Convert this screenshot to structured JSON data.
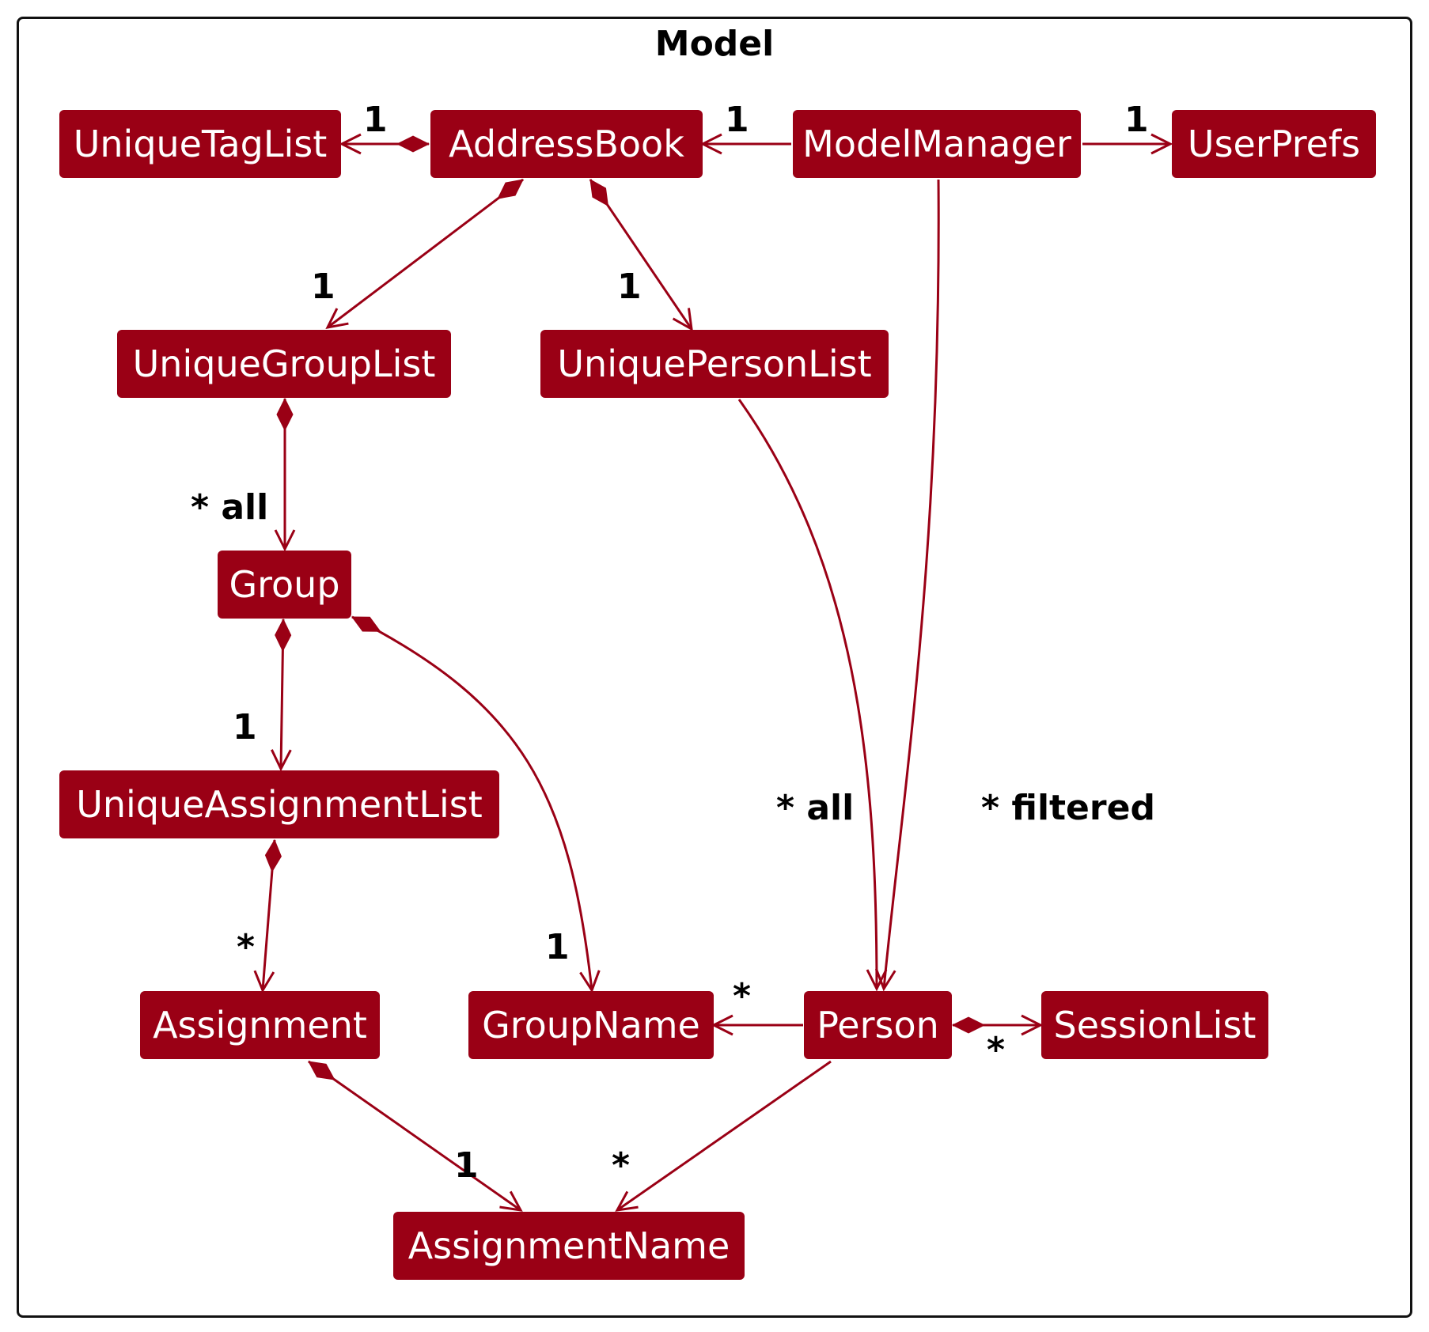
{
  "package": {
    "title": "Model"
  },
  "colors": {
    "class_fill": "#9a0015",
    "class_text": "#ffffff",
    "edge": "#9a0015",
    "frame": "#111111"
  },
  "classes": {
    "unique_tag_list": "UniqueTagList",
    "address_book": "AddressBook",
    "model_manager": "ModelManager",
    "user_prefs": "UserPrefs",
    "unique_group_list": "UniqueGroupList",
    "unique_person_list": "UniquePersonList",
    "group": "Group",
    "unique_assignment_list": "UniqueAssignmentList",
    "assignment": "Assignment",
    "group_name": "GroupName",
    "person": "Person",
    "session_list": "SessionList",
    "assignment_name": "AssignmentName"
  },
  "multiplicities": {
    "addressbook_taglist": "1",
    "manager_addressbook": "1",
    "manager_userprefs": "1",
    "addressbook_grouplist": "1",
    "addressbook_personlist": "1",
    "grouplist_group": "* all",
    "group_assignmentlist": "1",
    "personlist_person": "* all",
    "manager_person": "* filtered",
    "assignmentlist_assignment": "*",
    "group_groupname": "1",
    "person_groupname": "*",
    "person_sessionlist": "*",
    "assignment_assignmentname": "1",
    "person_assignmentname": "*"
  },
  "relations": [
    {
      "from": "AddressBook",
      "to": "UniqueTagList",
      "kind": "composition",
      "multiplicity": "1"
    },
    {
      "from": "ModelManager",
      "to": "AddressBook",
      "kind": "association",
      "multiplicity": "1"
    },
    {
      "from": "ModelManager",
      "to": "UserPrefs",
      "kind": "association",
      "multiplicity": "1"
    },
    {
      "from": "AddressBook",
      "to": "UniqueGroupList",
      "kind": "composition",
      "multiplicity": "1"
    },
    {
      "from": "AddressBook",
      "to": "UniquePersonList",
      "kind": "composition",
      "multiplicity": "1"
    },
    {
      "from": "UniqueGroupList",
      "to": "Group",
      "kind": "composition",
      "multiplicity": "* all"
    },
    {
      "from": "Group",
      "to": "UniqueAssignmentList",
      "kind": "composition",
      "multiplicity": "1"
    },
    {
      "from": "Group",
      "to": "GroupName",
      "kind": "composition",
      "multiplicity": "1"
    },
    {
      "from": "UniquePersonList",
      "to": "Person",
      "kind": "association",
      "multiplicity": "* all"
    },
    {
      "from": "ModelManager",
      "to": "Person",
      "kind": "association",
      "multiplicity": "* filtered"
    },
    {
      "from": "UniqueAssignmentList",
      "to": "Assignment",
      "kind": "composition",
      "multiplicity": "*"
    },
    {
      "from": "Person",
      "to": "GroupName",
      "kind": "association",
      "multiplicity": "*"
    },
    {
      "from": "Person",
      "to": "SessionList",
      "kind": "composition",
      "multiplicity": "*"
    },
    {
      "from": "Assignment",
      "to": "AssignmentName",
      "kind": "composition",
      "multiplicity": "1"
    },
    {
      "from": "Person",
      "to": "AssignmentName",
      "kind": "association",
      "multiplicity": "*"
    }
  ]
}
